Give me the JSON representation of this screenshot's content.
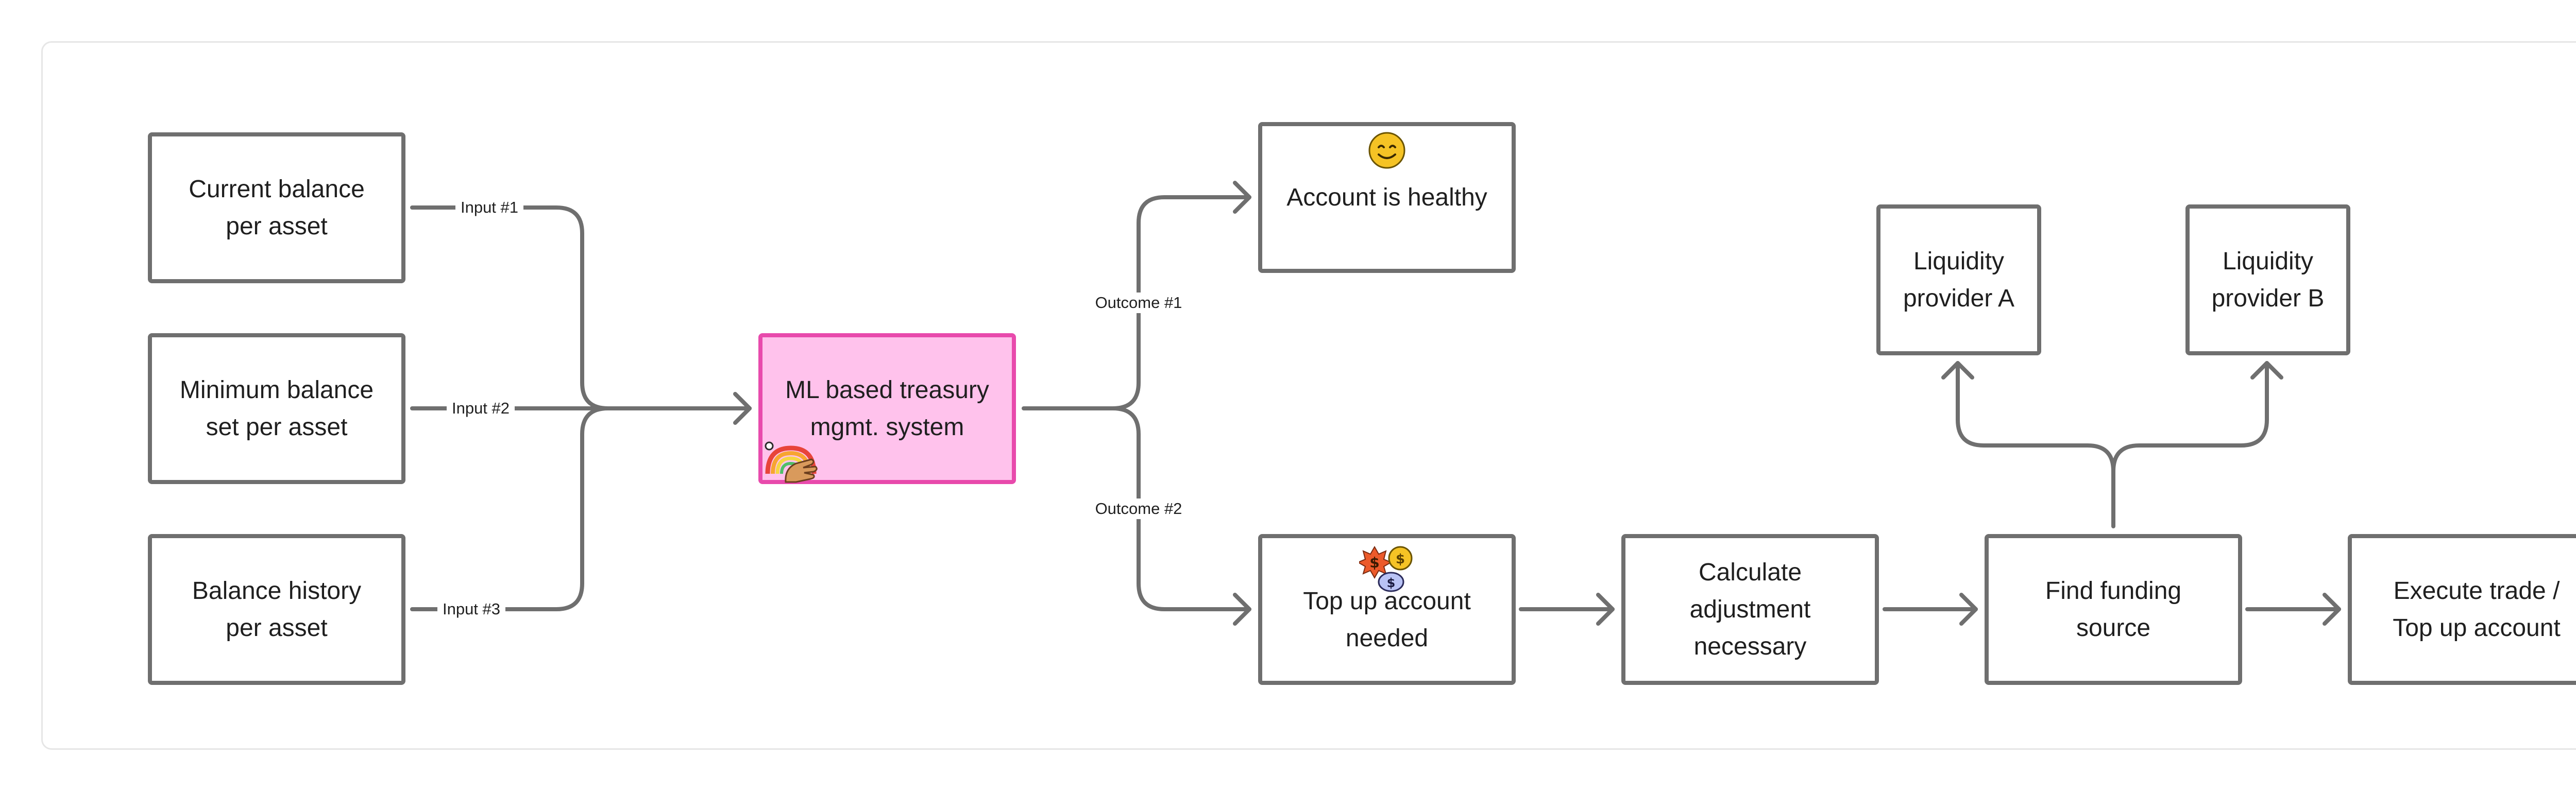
{
  "nodes": {
    "current_balance": "Current balance\nper asset",
    "minimum_balance": "Minimum balance\nset per asset",
    "balance_history": "Balance history\nper asset",
    "treasury": "ML based treasury\nmgmt. system",
    "healthy": "Account is healthy",
    "top_up": "Top up account\nneeded",
    "calculate": "Calculate\nadjustment\nnecessary",
    "find_funding": "Find funding\nsource",
    "execute": "Execute trade /\nTop up account",
    "provider_a": "Liquidity\nprovider A",
    "provider_b": "Liquidity\nprovider B"
  },
  "edge_labels": {
    "input1": "Input #1",
    "input2": "Input #2",
    "input3": "Input #3",
    "outcome1": "Outcome #1",
    "outcome2": "Outcome #2"
  },
  "icons": {
    "treasury": "rainbow-hand-icon",
    "healthy": "smiley-face-icon",
    "top_up": "money-coins-icon"
  },
  "colors": {
    "core_fill": "#ffc2ec",
    "core_border": "#e84aac",
    "edge": "#6f6f6f"
  }
}
